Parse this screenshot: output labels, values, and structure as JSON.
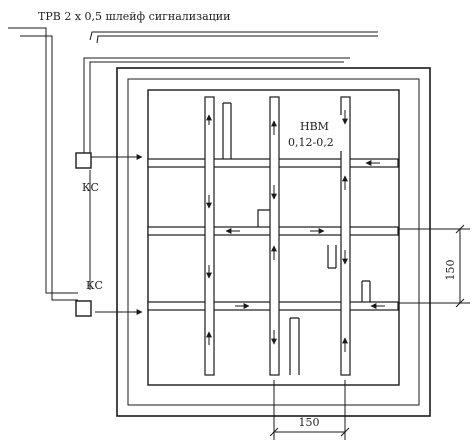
{
  "caption": "ТРВ 2 х 0,5 шлейф сигнализации",
  "material_label_line1": "НВМ",
  "material_label_line2": "0,12-0,2",
  "junction_box_label": "КС",
  "dimension_vertical": "150",
  "dimension_horizontal": "150",
  "colors": {
    "ink": "#1a1a1a",
    "paper": "#ffffff"
  }
}
